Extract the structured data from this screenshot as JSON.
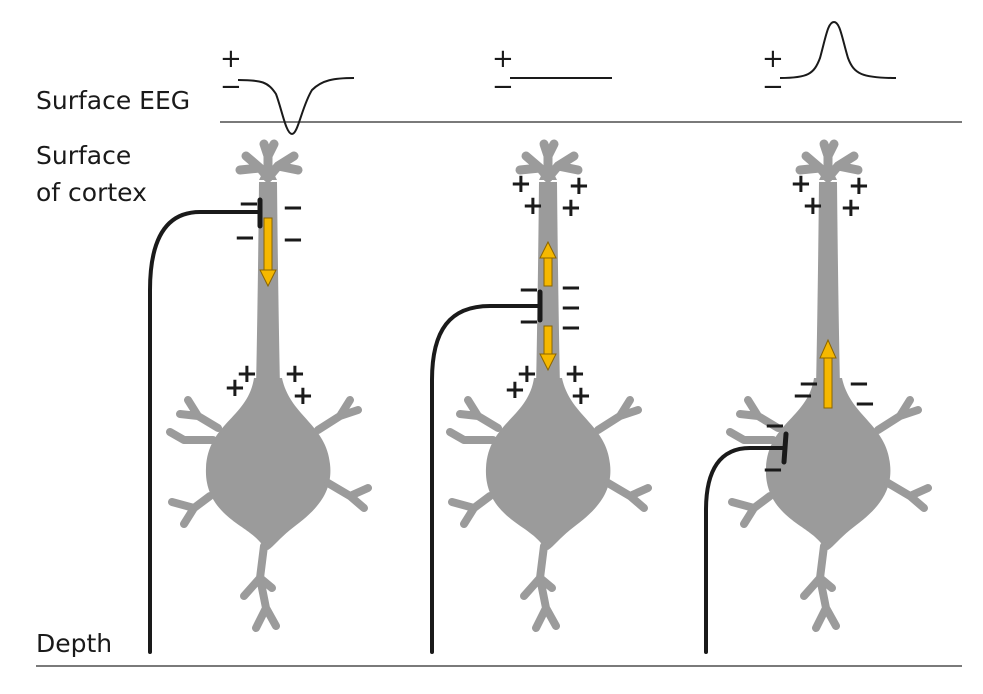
{
  "labels": {
    "surface_eeg": "Surface EEG",
    "surface_line1": "Surface",
    "surface_line2": "of cortex",
    "depth": "Depth"
  },
  "signs": {
    "plus": "+",
    "minus": "−"
  },
  "colors": {
    "neuron": "#9b9b9b",
    "axon": "#1a1a1a",
    "current_arrow": "#f5b800",
    "arrow_outline": "#8a6400",
    "divider": "#7a7a7a"
  },
  "panels": [
    {
      "eeg_deflection": "negative",
      "synapse_location": "superficial apical dendrite",
      "current_direction": [
        "down"
      ]
    },
    {
      "eeg_deflection": "none",
      "synapse_location": "mid apical dendrite",
      "current_direction": [
        "up",
        "down"
      ]
    },
    {
      "eeg_deflection": "positive",
      "synapse_location": "soma",
      "current_direction": [
        "up"
      ]
    }
  ]
}
